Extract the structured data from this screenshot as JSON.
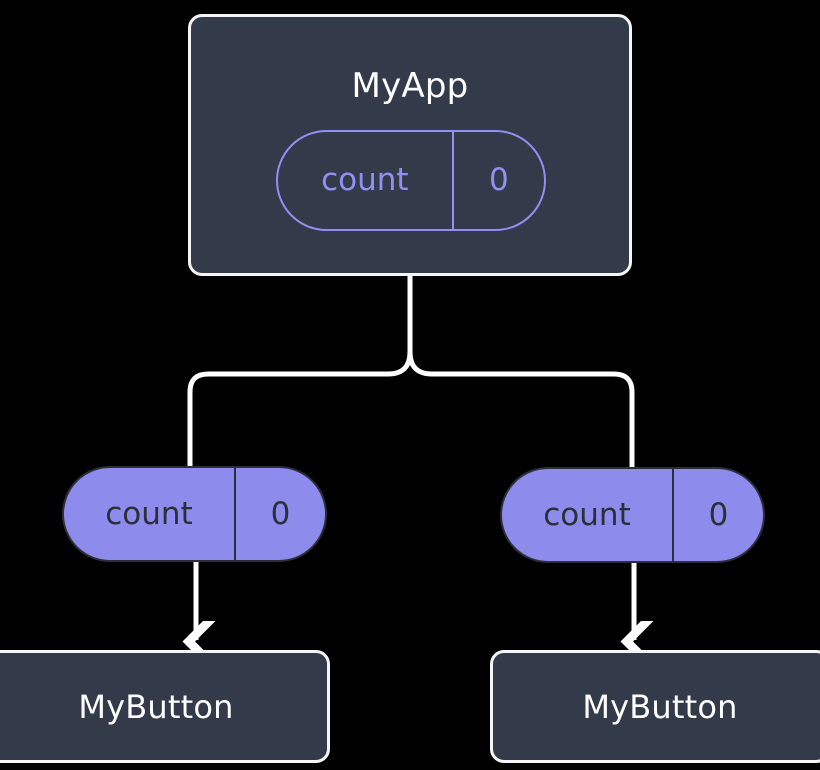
{
  "diagram": {
    "title": "component state propagation tree",
    "background_color": "#000000",
    "accent_color": "#8d8bec",
    "box_fill_color": "#333a49",
    "box_border_color": "#f5f5f5",
    "connector_color": "#ffffff"
  },
  "root_component": {
    "name": "MyApp",
    "state_pill": {
      "key": "count",
      "value": "0",
      "style": "outline"
    }
  },
  "children": [
    {
      "state_pill": {
        "key": "count",
        "value": "0",
        "style": "filled"
      },
      "component": {
        "name": "MyButton"
      }
    },
    {
      "state_pill": {
        "key": "count",
        "value": "0",
        "style": "filled"
      },
      "component": {
        "name": "MyButton"
      }
    }
  ]
}
